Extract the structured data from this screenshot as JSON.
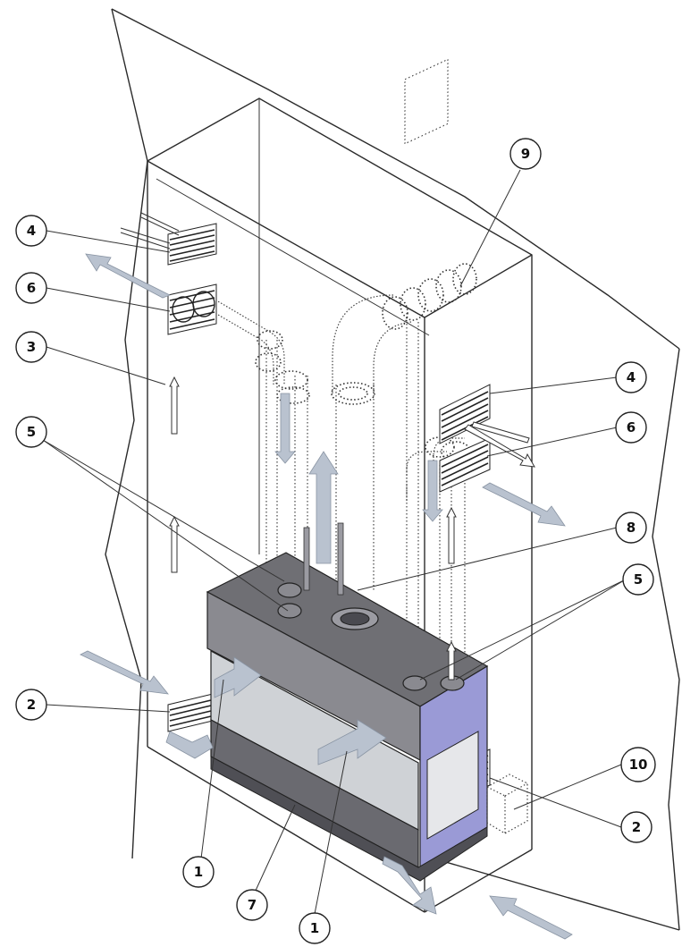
{
  "callouts": [
    {
      "id": "c1a",
      "label": "1"
    },
    {
      "id": "c1b",
      "label": "1"
    },
    {
      "id": "c2a",
      "label": "2"
    },
    {
      "id": "c2b",
      "label": "2"
    },
    {
      "id": "c3",
      "label": "3"
    },
    {
      "id": "c4a",
      "label": "4"
    },
    {
      "id": "c4b",
      "label": "4"
    },
    {
      "id": "c5a",
      "label": "5"
    },
    {
      "id": "c5b",
      "label": "5"
    },
    {
      "id": "c6a",
      "label": "6"
    },
    {
      "id": "c6b",
      "label": "6"
    },
    {
      "id": "c7",
      "label": "7"
    },
    {
      "id": "c8",
      "label": "8"
    },
    {
      "id": "c9",
      "label": "9"
    },
    {
      "id": "c10",
      "label": "10"
    }
  ],
  "colors": {
    "firebox_top": "#6f6f74",
    "firebox_front": "#8a8a90",
    "firebox_side": "#9a9ad6",
    "firebox_inner": "#cfd2d6",
    "air_arrow": "#b9c2cf"
  }
}
